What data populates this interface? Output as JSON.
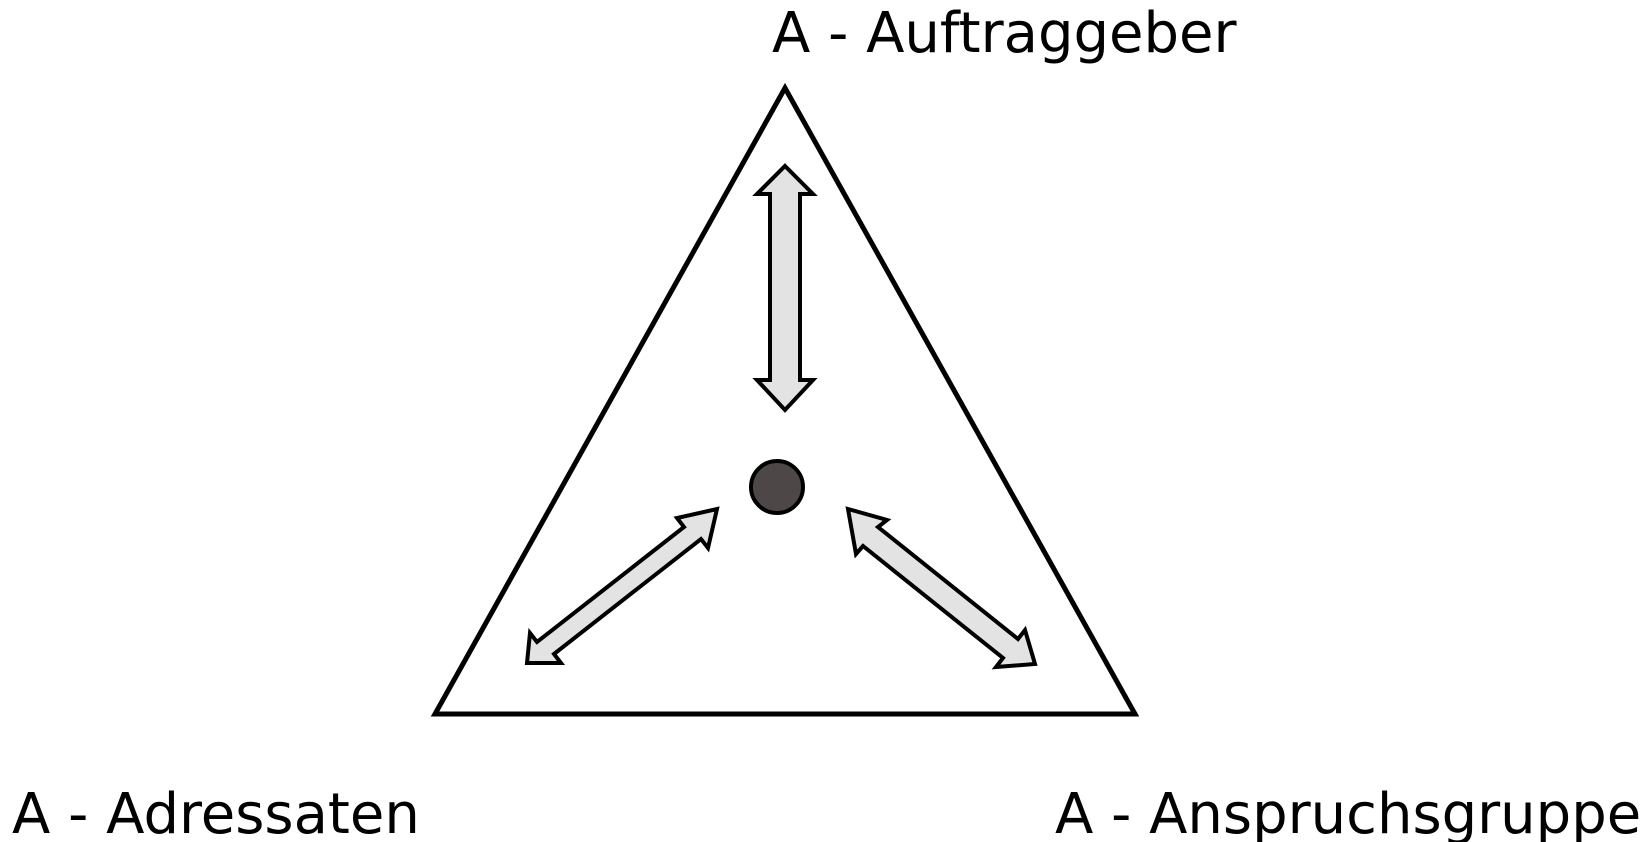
{
  "labels": {
    "top": "A - Auftraggeber",
    "bottom_left": "A - Adressaten",
    "bottom_right": "A - Anspruchsgruppen"
  },
  "colors": {
    "stroke": "#000000",
    "arrow_fill": "#e3e3e3",
    "center_dot": "#4d4747",
    "background": "#ffffff"
  }
}
